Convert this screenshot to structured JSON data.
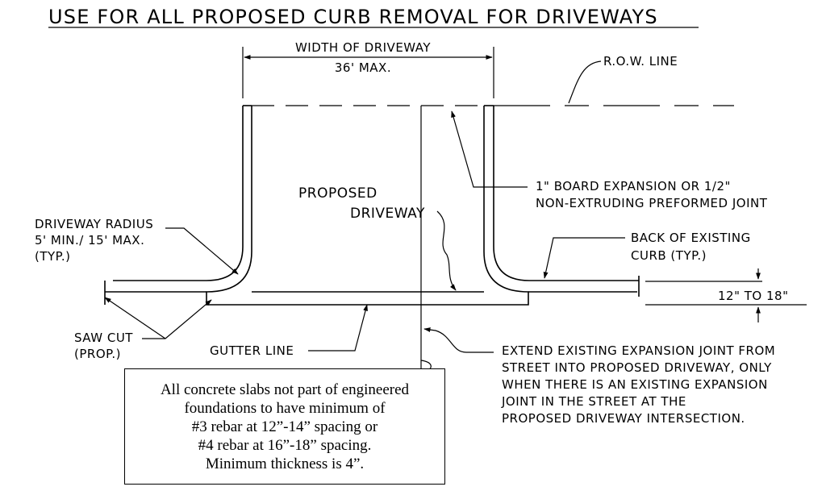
{
  "title": "USE FOR ALL PROPOSED CURB REMOVAL FOR DRIVEWAYS",
  "labels": {
    "width_line1": "WIDTH OF DRIVEWAY",
    "width_line2": "36' MAX.",
    "row_line": "R.O.W. LINE",
    "proposed_1": "PROPOSED",
    "proposed_2": "DRIVEWAY",
    "board_1": "1\" BOARD EXPANSION OR 1/2\"",
    "board_2": "NON-EXTRUDING PREFORMED JOINT",
    "radius_1": "DRIVEWAY RADIUS",
    "radius_2": "5' MIN./ 15' MAX.",
    "radius_3": "(TYP.)",
    "back_1": "BACK OF EXISTING",
    "back_2": "CURB (TYP.)",
    "curb_dim": "12\" TO 18\"",
    "saw_1": "SAW CUT",
    "saw_2": "(PROP.)",
    "gutter": "GUTTER LINE",
    "extend_1": "EXTEND EXISTING EXPANSION JOINT FROM",
    "extend_2": "STREET INTO PROPOSED DRIVEWAY, ONLY",
    "extend_3": "WHEN THERE IS AN EXISTING EXPANSION",
    "extend_4": "JOINT IN THE STREET AT THE",
    "extend_5": "PROPOSED DRIVEWAY INTERSECTION."
  },
  "note": [
    "All concrete slabs not part of engineered",
    "foundations to have minimum of",
    "#3 rebar at 12”-14” spacing or",
    "#4 rebar at 16”-18” spacing.",
    "Minimum thickness is 4”."
  ]
}
